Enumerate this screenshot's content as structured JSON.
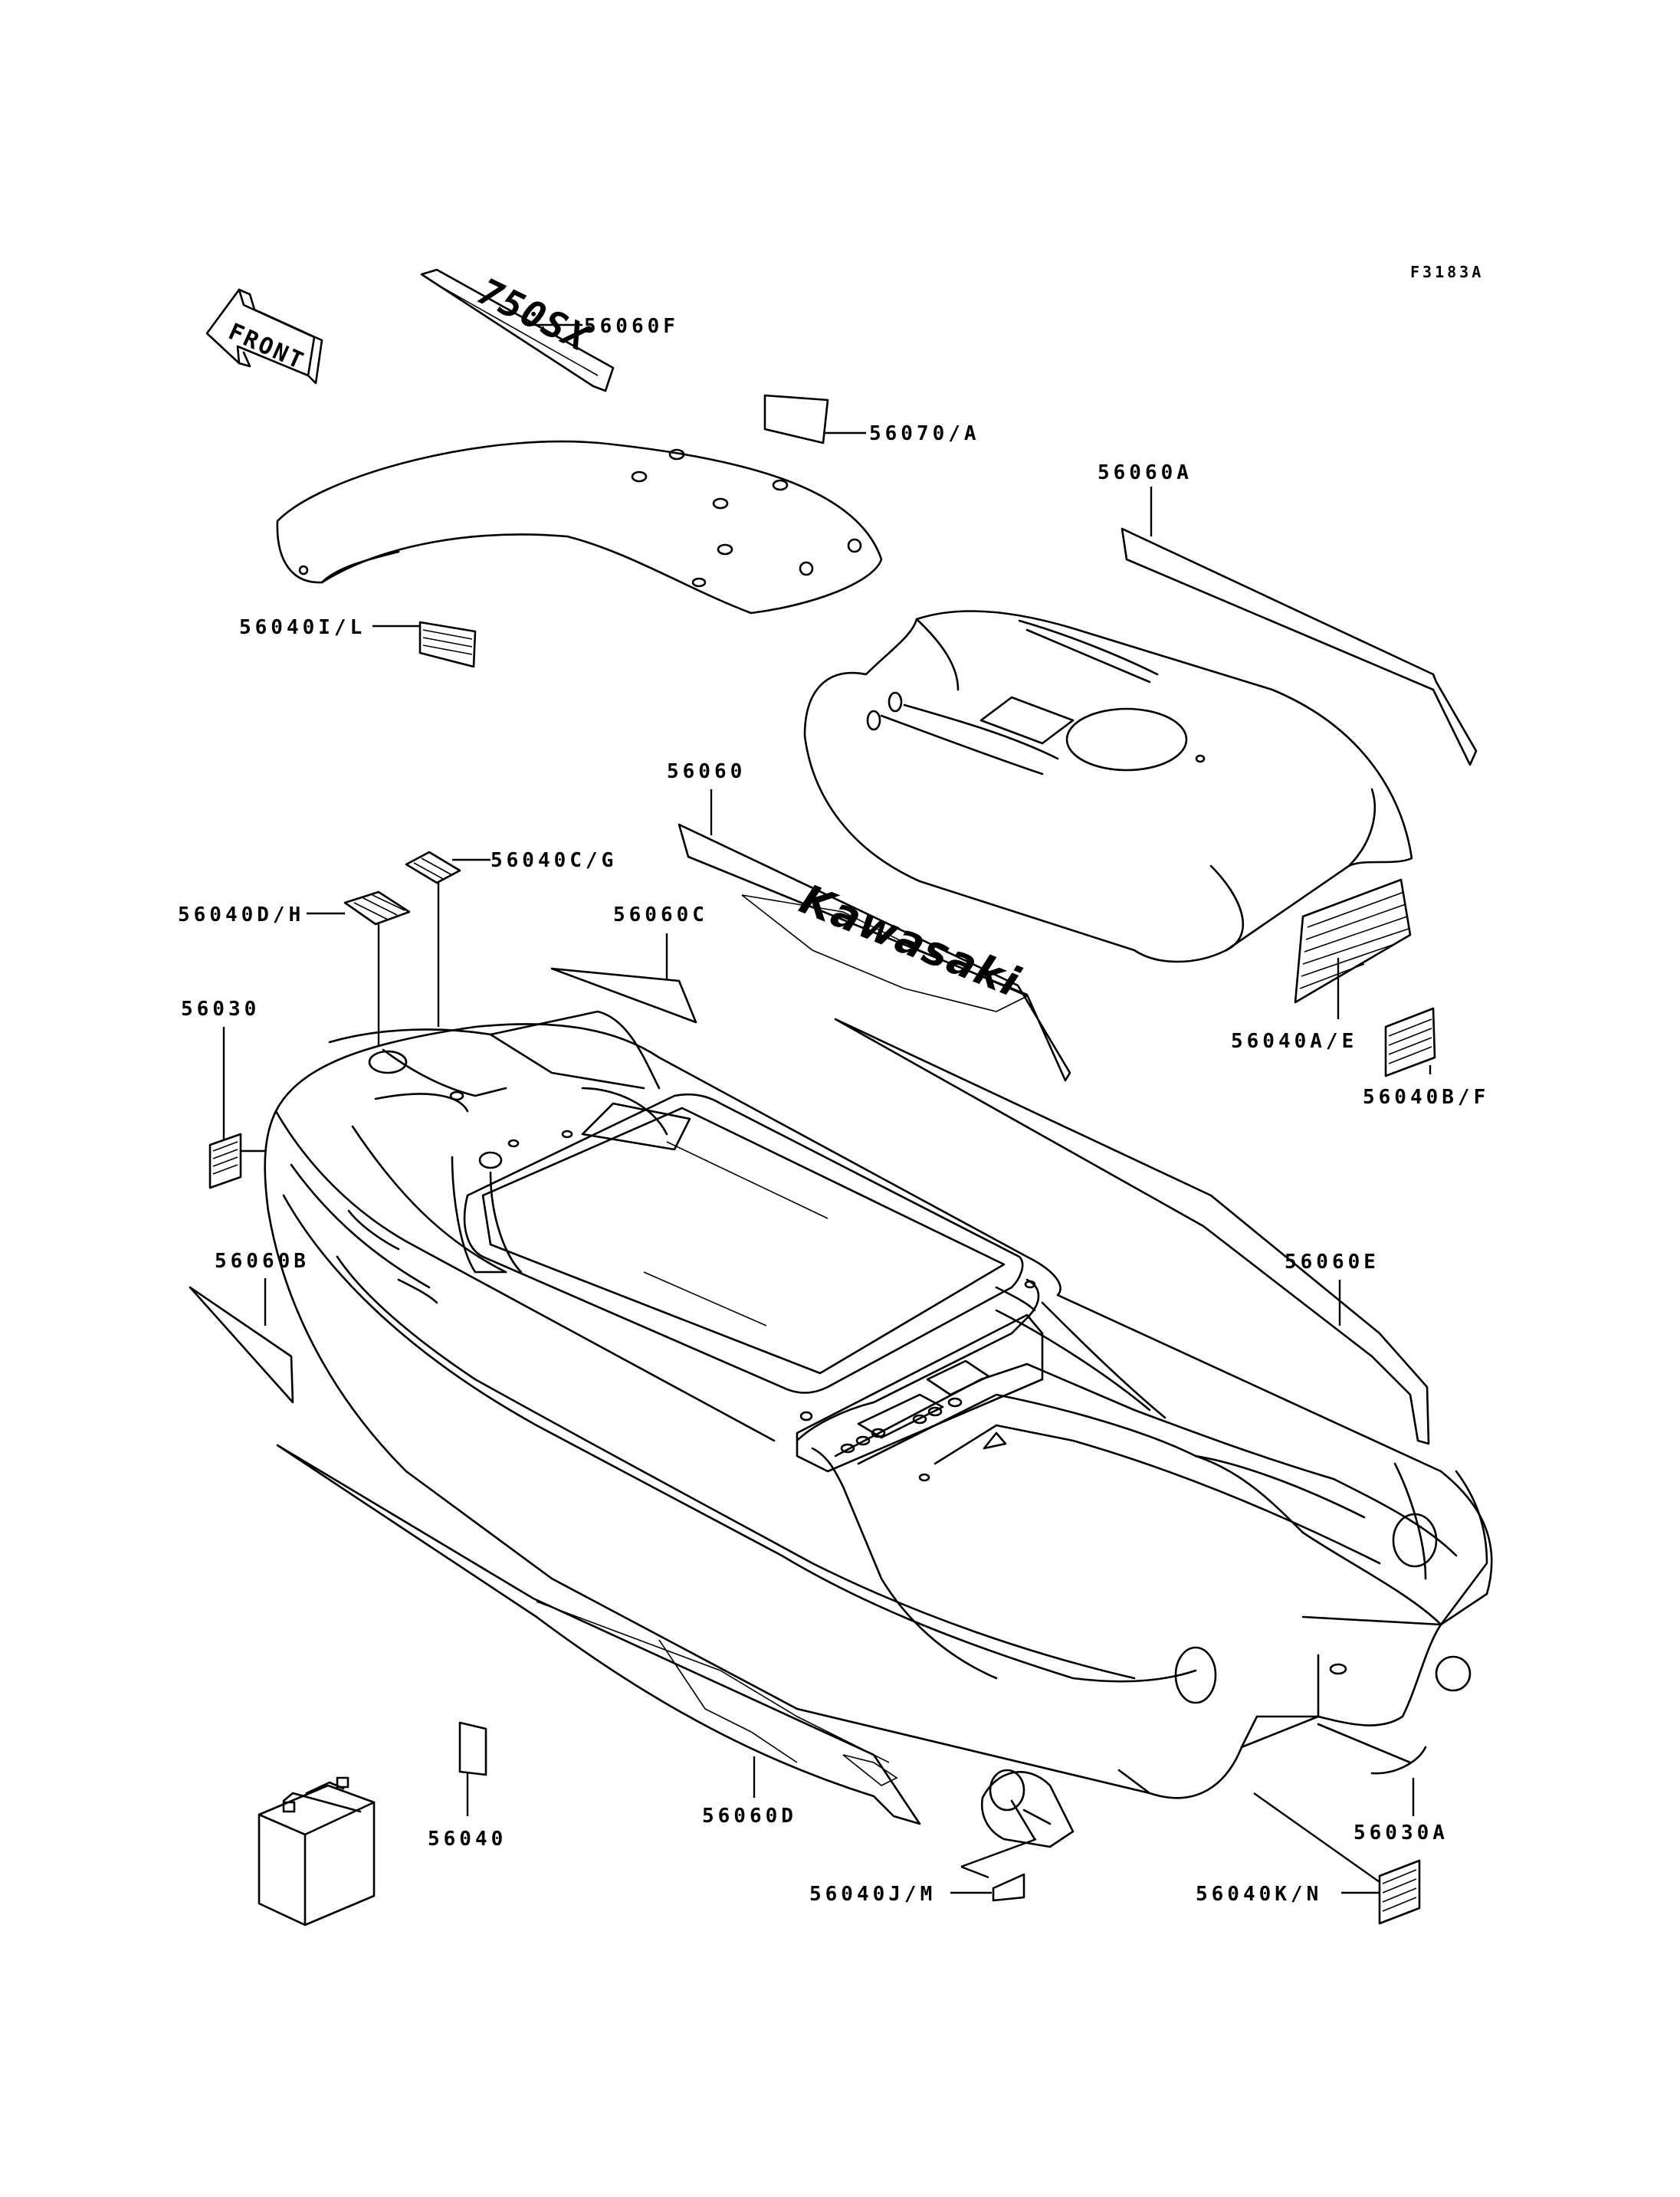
{
  "figure_code": "F3183A",
  "front_arrow_text": "FRONT",
  "decal_texts": {
    "model_decal": "750SX",
    "brand_decal": "Kawasaki"
  },
  "parts": [
    {
      "id": "p56060F",
      "number": "56060F"
    },
    {
      "id": "p56070A",
      "number": "56070/A"
    },
    {
      "id": "p56060A",
      "number": "56060A"
    },
    {
      "id": "p56040IL",
      "number": "56040I/L"
    },
    {
      "id": "p56060",
      "number": "56060"
    },
    {
      "id": "p56040CG",
      "number": "56040C/G"
    },
    {
      "id": "p56040DH",
      "number": "56040D/H"
    },
    {
      "id": "p56060C",
      "number": "56060C"
    },
    {
      "id": "p56030",
      "number": "56030"
    },
    {
      "id": "p56040AE",
      "number": "56040A/E"
    },
    {
      "id": "p56040BF",
      "number": "56040B/F"
    },
    {
      "id": "p56060B",
      "number": "56060B"
    },
    {
      "id": "p56060E",
      "number": "56060E"
    },
    {
      "id": "p56040",
      "number": "56040"
    },
    {
      "id": "p56060D",
      "number": "56060D"
    },
    {
      "id": "p56030A",
      "number": "56030A"
    },
    {
      "id": "p56040JM",
      "number": "56040J/M"
    },
    {
      "id": "p56040KN",
      "number": "56040K/N"
    }
  ]
}
